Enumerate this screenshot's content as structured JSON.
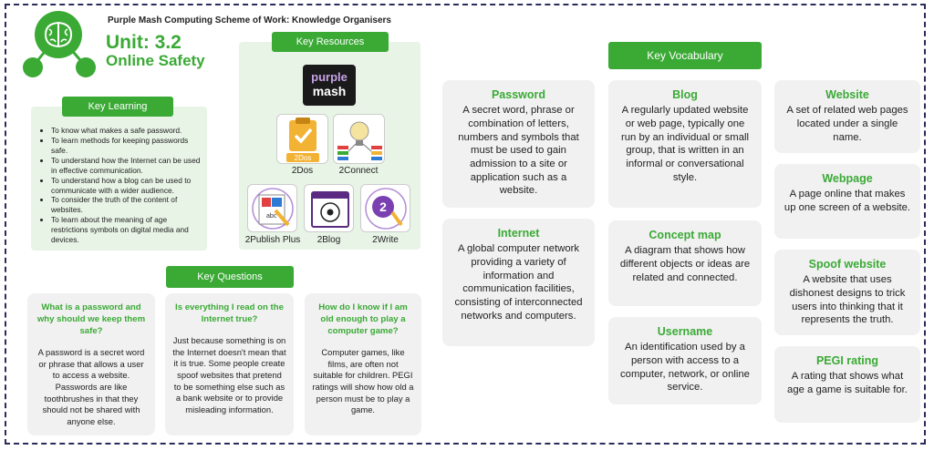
{
  "header": {
    "scheme_title": "Purple Mash Computing Scheme of Work: Knowledge Organisers",
    "unit": "Unit: 3.2",
    "unit_name": "Online Safety"
  },
  "key_learning": {
    "title": "Key Learning",
    "items": [
      "To know what makes a safe password.",
      "To learn methods for keeping passwords safe.",
      "To understand how the Internet can be used in effective communication.",
      "To understand how a blog can be used to communicate with a wider audience.",
      "To consider the truth of the content of websites.",
      "To learn about the meaning of age restrictions symbols on digital media and devices."
    ]
  },
  "key_resources": {
    "title": "Key Resources",
    "logo_text": [
      "purple",
      "mash"
    ],
    "icon_badge": "2Dos",
    "items": [
      "2Dos",
      "2Connect",
      "2Publish Plus",
      "2Blog",
      "2Write"
    ]
  },
  "key_questions": {
    "title": "Key Questions",
    "items": [
      {
        "q": "What is a password and why should we keep them safe?",
        "a": "A password is a secret word or phrase that allows a user to access a website. Passwords are like toothbrushes in that they should not be shared with anyone else."
      },
      {
        "q": "Is everything I read on the Internet true?",
        "a": "Just because something is on the Internet doesn't mean that it is true. Some people create spoof websites that pretend to be something else such as a bank website or to provide misleading information."
      },
      {
        "q": "How do I know if I am old enough to play a computer game?",
        "a": "Computer games, like films, are often not suitable for children. PEGI ratings will show how old a person must be to play a game."
      }
    ]
  },
  "key_vocabulary": {
    "title": "Key Vocabulary",
    "terms": [
      {
        "term": "Password",
        "def": "A secret word, phrase or combination of letters, numbers and symbols that must be used to gain admission to a site or application such as a website."
      },
      {
        "term": "Internet",
        "def": "A global computer network providing a variety of information and communication facilities, consisting of interconnected networks and computers."
      },
      {
        "term": "Blog",
        "def": "A regularly updated website or web page, typically one run by an individual or small group, that is written in an informal or conversational style."
      },
      {
        "term": "Concept map",
        "def": "A diagram that shows how different objects or ideas are related and connected."
      },
      {
        "term": "Username",
        "def": "An identification used by a person with access to a computer, network, or online service."
      },
      {
        "term": "Website",
        "def": "A set of related web pages located under a single name."
      },
      {
        "term": "Webpage",
        "def": "A page online that makes up one screen of a website."
      },
      {
        "term": "Spoof website",
        "def": "A website that uses dishonest designs to trick users into thinking that it represents the truth."
      },
      {
        "term": "PEGI rating",
        "def": "A rating that shows what age a game is suitable for."
      }
    ]
  },
  "colors": {
    "accent": "#3aaa35",
    "panel": "#e8f4e6",
    "card": "#f1f1f1",
    "purple": "#5a2a82"
  }
}
